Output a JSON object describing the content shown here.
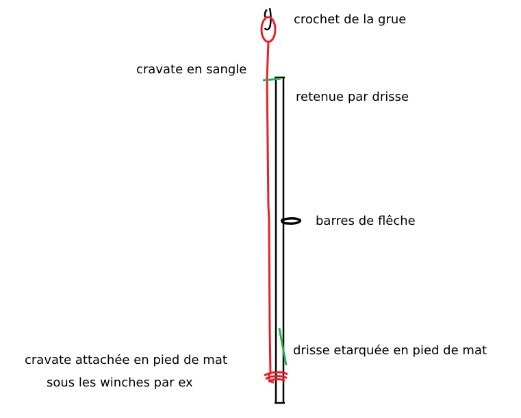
{
  "labels": {
    "hook": "crochet de la grue",
    "strap_sling": "cravate en sangle",
    "held_by_halyard": "retenue par drisse",
    "spreaders": "barres de flêche",
    "halyard_tensioned": "drisse etarquée en pied de mat",
    "sling_attached_line1": "cravate attachée en pied de mat",
    "sling_attached_line2": "sous les winches par ex"
  },
  "colors": {
    "sling": "#ed1c24",
    "halyard": "#22b14c",
    "mast": "#000000"
  }
}
